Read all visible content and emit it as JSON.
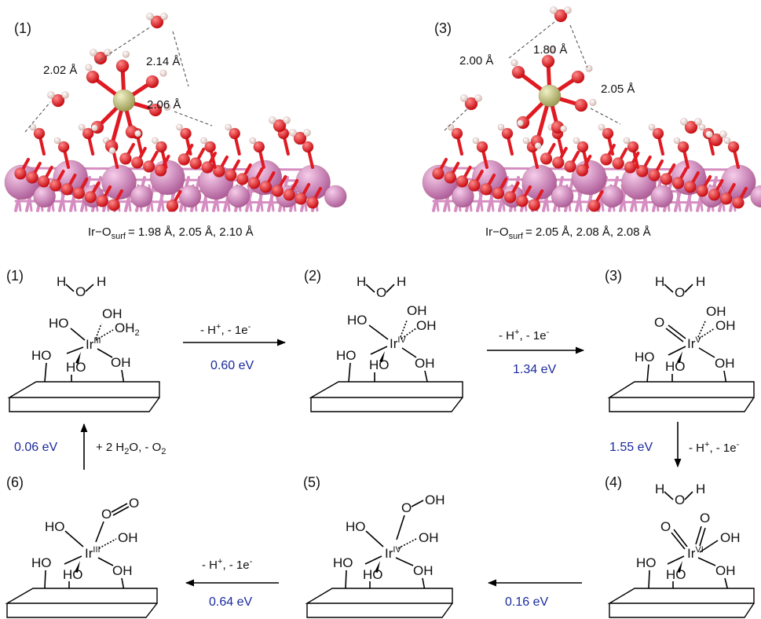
{
  "top_panels": [
    {
      "label": "(1)",
      "distances": [
        "2.02 Å",
        "2.14 Å",
        "2.06 Å"
      ],
      "surface_bonds": {
        "prefix": "Ir−O",
        "subscript": "surf",
        "values": "= 1.98 Å, 2.05 Å, 2.10 Å"
      }
    },
    {
      "label": "(3)",
      "distances": [
        "2.00 Å",
        "1.80 Å",
        "2.05 Å"
      ],
      "surface_bonds": {
        "prefix": "Ir−O",
        "subscript": "surf",
        "values": "= 2.05 Å, 2.08 Å, 2.08 Å"
      }
    }
  ],
  "colors": {
    "oxygen": "#e8141b",
    "hydrogen": "#f3dcd6",
    "iridium_adatom": "#c9c98a",
    "surface_metal": "#d98cc4",
    "bond_pink": "#d68ec2",
    "energy_text": "#1a2a9e"
  },
  "states": [
    {
      "label": "(1)",
      "metal": "Ir",
      "oxidation": "III",
      "water": [
        "H",
        "O",
        "H"
      ],
      "ligands": [
        "OH",
        "OH",
        "HO",
        "HO",
        "HO",
        "OH"
      ],
      "h2_sub": "2"
    },
    {
      "label": "(2)",
      "metal": "Ir",
      "oxidation": "IV",
      "water": [
        "H",
        "O",
        "H"
      ],
      "ligands": [
        "OH",
        "OH",
        "HO",
        "HO",
        "HO",
        "OH"
      ]
    },
    {
      "label": "(3)",
      "metal": "Ir",
      "oxidation": "V",
      "water": [
        "H",
        "O",
        "H"
      ],
      "ligands": [
        "O",
        "OH",
        "OH",
        "HO",
        "HO",
        "OH"
      ]
    },
    {
      "label": "(4)",
      "metal": "Ir",
      "oxidation": "VI",
      "water": [
        "H",
        "O",
        "H"
      ],
      "ligands": [
        "O",
        "O",
        "OH",
        "HO",
        "HO",
        "OH"
      ]
    },
    {
      "label": "(5)",
      "metal": "Ir",
      "oxidation": "IV",
      "ligands": [
        "O",
        "OH",
        "HO",
        "OH",
        "HO",
        "HO",
        "OH"
      ]
    },
    {
      "label": "(6)",
      "metal": "Ir",
      "oxidation": "III",
      "ligands": [
        "O",
        "O",
        "HO",
        "OH",
        "HO",
        "HO",
        "OH"
      ]
    }
  ],
  "steps": [
    {
      "condition": "- H",
      "cond_sup": "+",
      "cond_mid": ", - 1e",
      "cond_sup2": "-",
      "energy": "0.60 eV"
    },
    {
      "condition": "- H",
      "cond_sup": "+",
      "cond_mid": ", - 1e",
      "cond_sup2": "-",
      "energy": "1.34 eV"
    },
    {
      "condition": "- H",
      "cond_sup": "+",
      "cond_mid": ", - 1e",
      "cond_sup2": "-",
      "energy": "1.55 eV"
    },
    {
      "condition": "",
      "energy": "0.16 eV"
    },
    {
      "condition": "- H",
      "cond_sup": "+",
      "cond_mid": ", - 1e",
      "cond_sup2": "-",
      "energy": "0.64 eV"
    },
    {
      "condition": "+ 2 H",
      "cond_sub": "2",
      "cond_mid": "O,  - O",
      "cond_sub2": "2",
      "energy": "0.06 eV"
    }
  ]
}
